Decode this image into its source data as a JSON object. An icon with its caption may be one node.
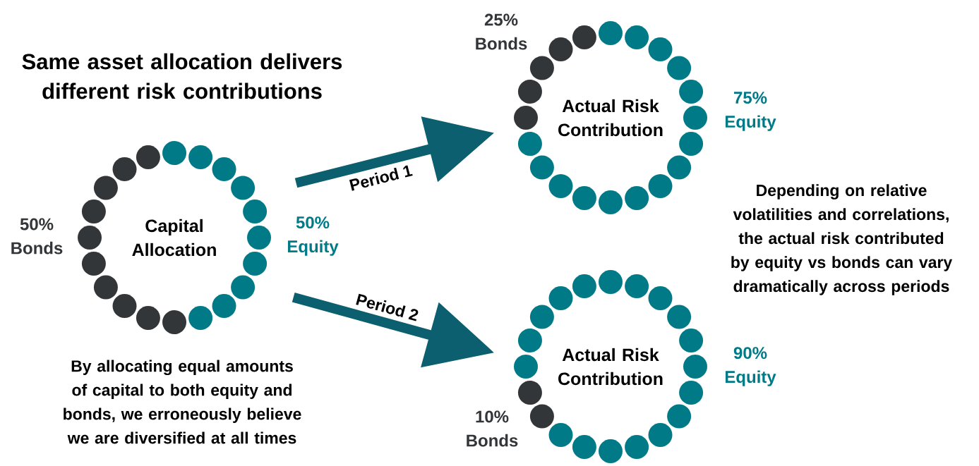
{
  "diagram": {
    "title": "Same asset allocation delivers different risk contributions",
    "nodes": [
      {
        "text": [
          "Capital Allocation"
        ],
        "beside": [
          "50% Bonds",
          "50% Equity"
        ]
      },
      {
        "text": [
          "Actual Risk Contribution"
        ],
        "beside": [
          "25% Bonds",
          "75% Equity"
        ]
      },
      {
        "text": [
          "Actual Risk Contribution"
        ],
        "beside": [
          "90% Equity",
          "10% Bonds"
        ]
      }
    ],
    "edges": [
      {
        "from": 0,
        "to": 1,
        "arrow": "to",
        "label": "Period 1"
      },
      {
        "from": 0,
        "to": 2,
        "arrow": "to",
        "label": "Period 2"
      }
    ],
    "labels": [
      "By allocating equal amounts of capital to both equity and bonds, we erroneously believe we are diversified at all times",
      "Depending on relative volatilities and correlations, the actual risk contributed by equity vs bonds can vary dramatically across periods"
    ]
  }
}
